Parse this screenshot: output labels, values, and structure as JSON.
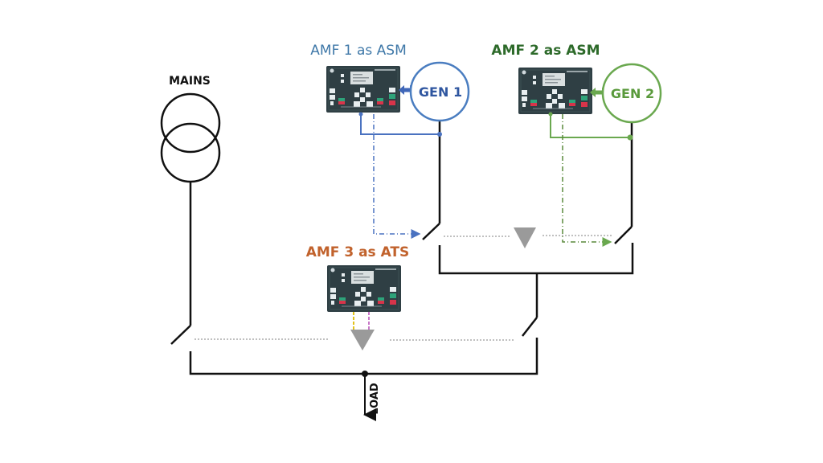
{
  "labels": {
    "mains": "MAINS",
    "amf1": "AMF 1 as ASM",
    "amf2": "AMF 2 as ASM",
    "amf3": "AMF 3 as ATS",
    "gen1": "GEN 1",
    "gen2": "GEN 2",
    "load": "LOAD"
  },
  "colors": {
    "amf1": "#3f78a8",
    "amf1_line": "#4a72c0",
    "gen1_text": "#2f56a0",
    "amf2": "#2d6a2a",
    "amf2_line": "#6aa84f",
    "gen2_text": "#5a9a3c",
    "amf3": "#c1622c",
    "bus": "#111111",
    "interlock": "#9a9a9a",
    "ats_yellow": "#e2c21a",
    "ats_magenta": "#c878c8",
    "panel": "#2f3f44"
  }
}
